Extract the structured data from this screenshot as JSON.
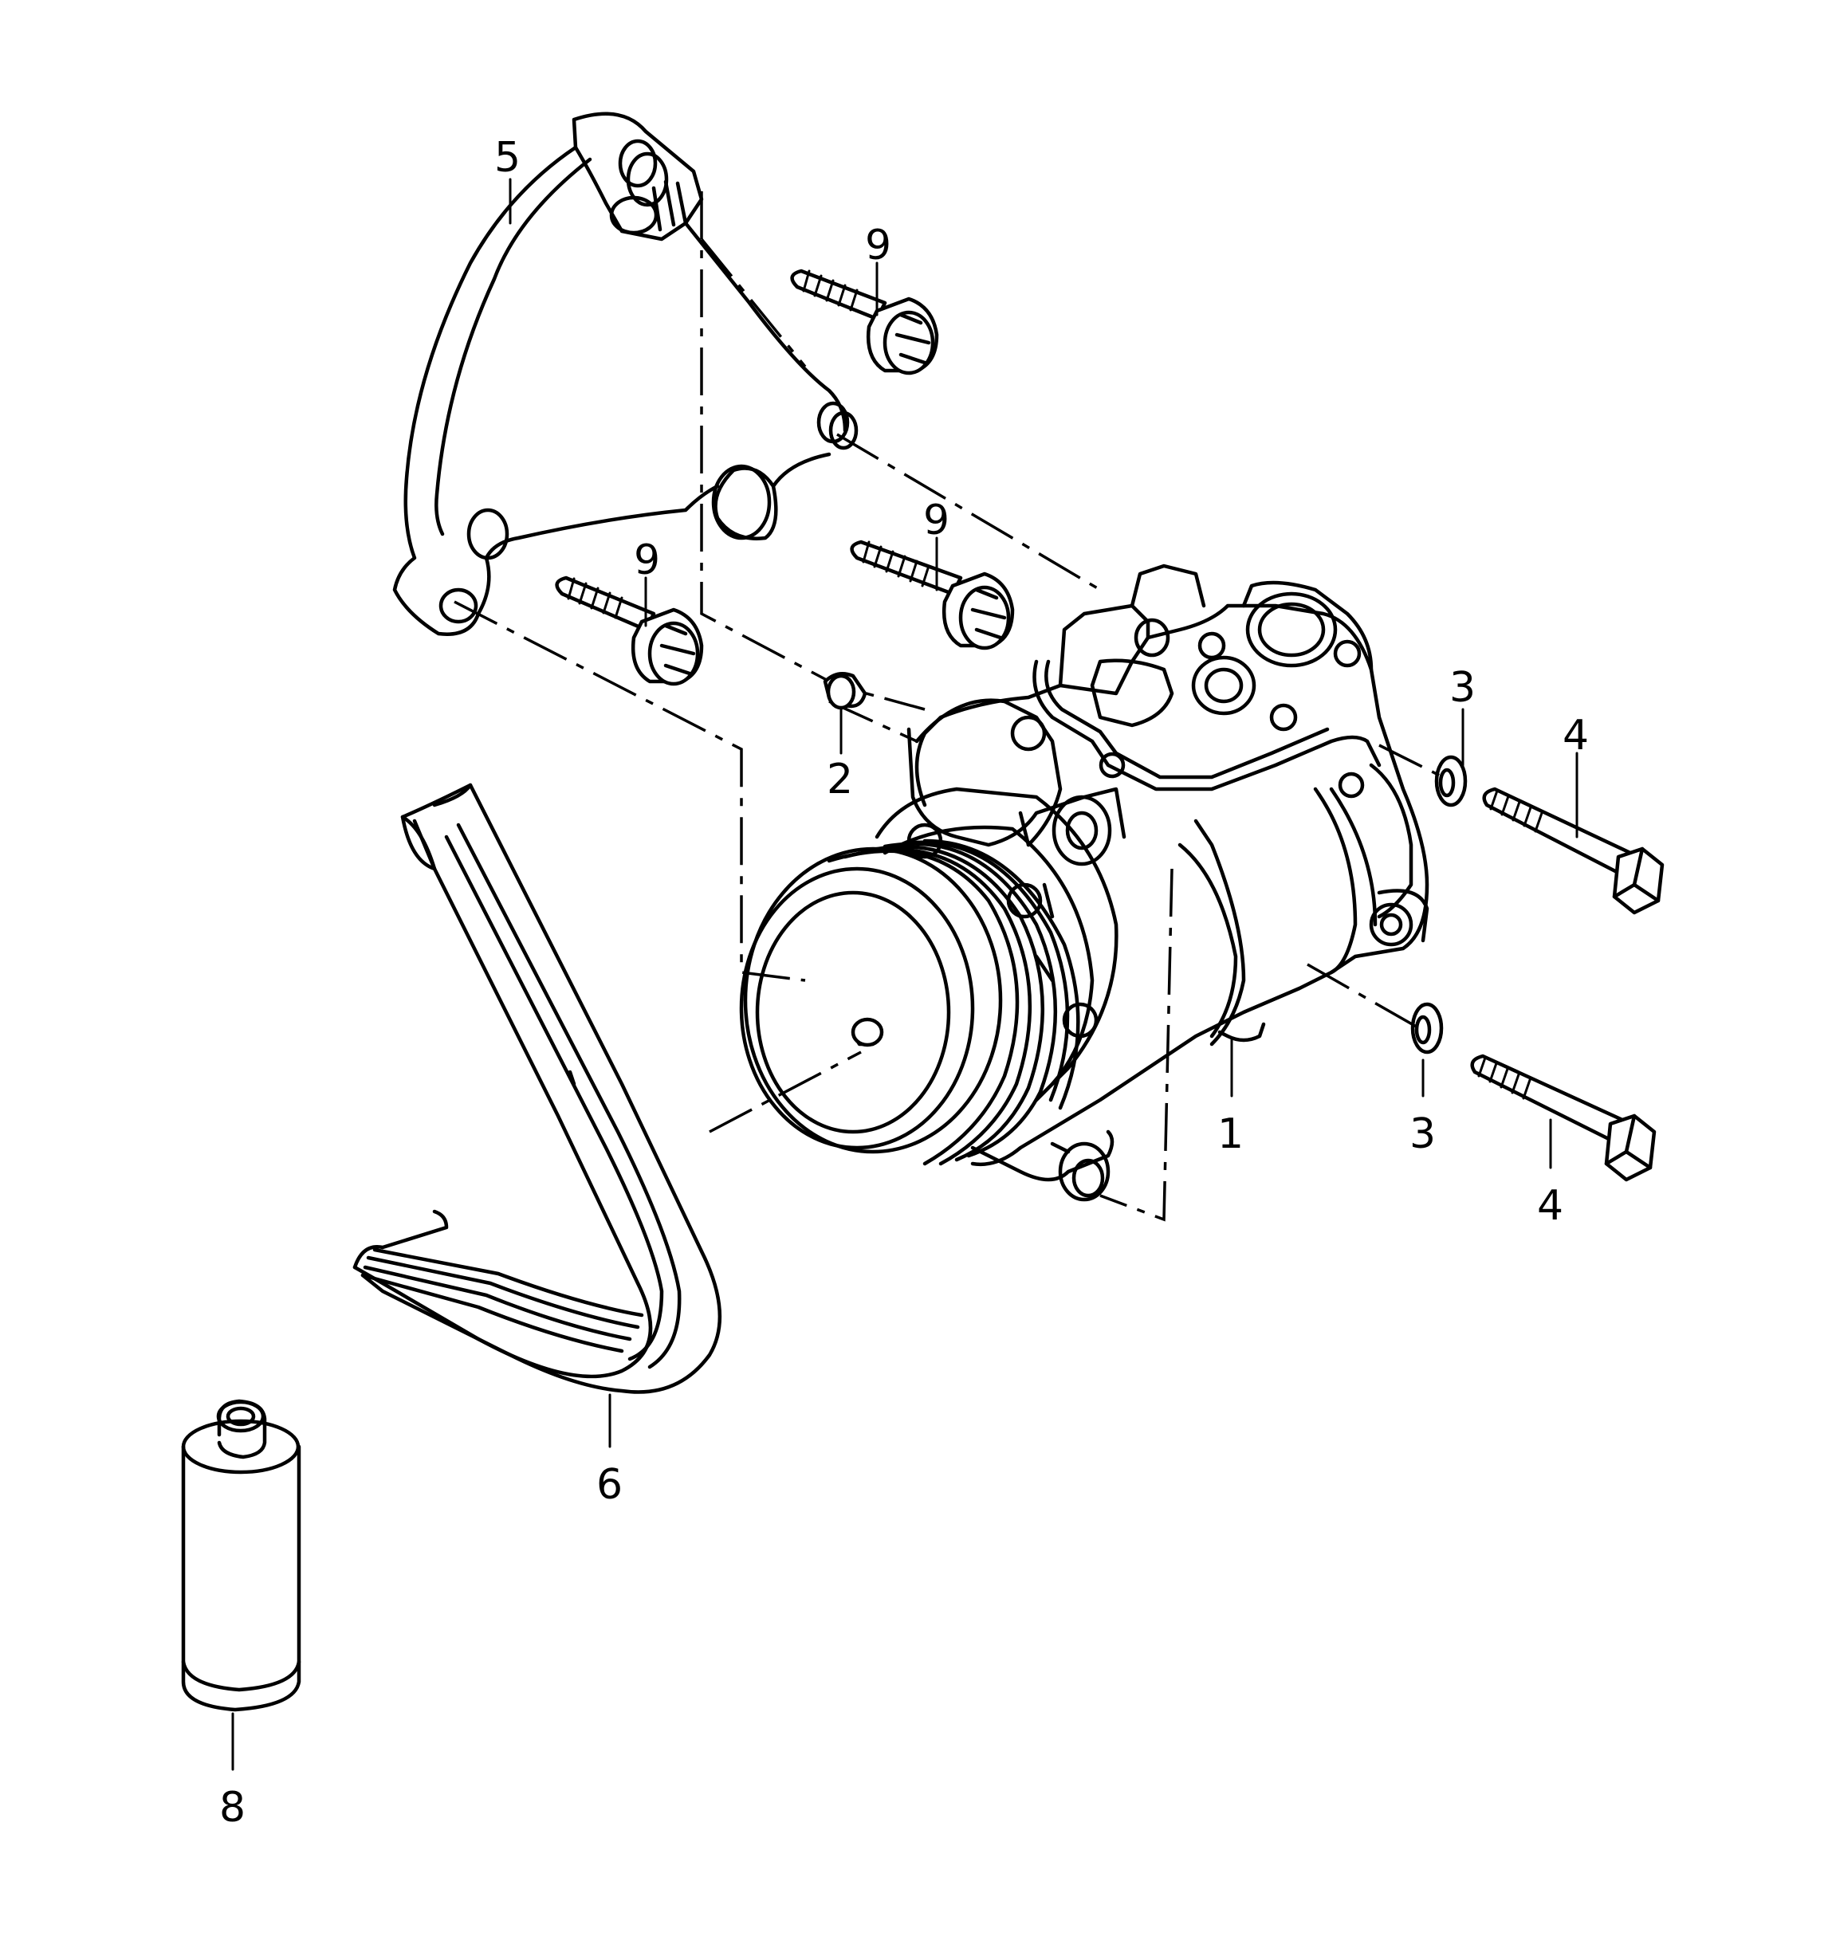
{
  "callouts": [
    {
      "id": "c1",
      "label": "1"
    },
    {
      "id": "c2",
      "label": "2"
    },
    {
      "id": "c3a",
      "label": "3"
    },
    {
      "id": "c3b",
      "label": "3"
    },
    {
      "id": "c4a",
      "label": "4"
    },
    {
      "id": "c4b",
      "label": "4"
    },
    {
      "id": "c5",
      "label": "5"
    },
    {
      "id": "c6",
      "label": "6"
    },
    {
      "id": "c8",
      "label": "8"
    },
    {
      "id": "c9a",
      "label": "9"
    },
    {
      "id": "c9b",
      "label": "9"
    },
    {
      "id": "c9c",
      "label": "9"
    }
  ],
  "colors": {
    "line": "#000000",
    "background": "#ffffff"
  }
}
